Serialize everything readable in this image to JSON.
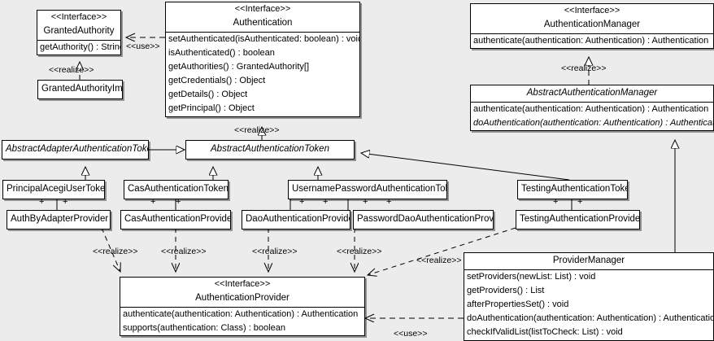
{
  "diagram": {
    "type": "uml-class-diagram",
    "background": "#ececec",
    "node_fill": "#ffffff",
    "line_color": "#000000"
  },
  "classes": {
    "granted_authority": {
      "stereotype": "<<Interface>>",
      "name": "GrantedAuthority",
      "members": [
        "getAuthority() : String"
      ]
    },
    "granted_authority_impl": {
      "name": "GrantedAuthorityImpl",
      "members": []
    },
    "authentication": {
      "stereotype": "<<Interface>>",
      "name": "Authentication",
      "members": [
        "setAuthenticated(isAuthenticated: boolean) : void",
        "isAuthenticated() : boolean",
        "getAuthorities() : GrantedAuthority[]",
        "getCredentials() : Object",
        "getDetails() : Object",
        "getPrincipal() : Object"
      ]
    },
    "authentication_manager": {
      "stereotype": "<<Interface>>",
      "name": "AuthenticationManager",
      "members": [
        "authenticate(authentication: Authentication) : Authentication"
      ]
    },
    "abstract_authentication_manager": {
      "name": "AbstractAuthenticationManager",
      "members": [
        "authenticate(authentication: Authentication) : Authentication",
        "doAuthentication(authentication: Authentication) : Authentication"
      ]
    },
    "abstract_adapter_authentication_token": {
      "name": "AbstractAdapterAuthenticationToken",
      "members": []
    },
    "abstract_authentication_token": {
      "name": "AbstractAuthenticationToken",
      "members": []
    },
    "principal_acegi_user_token": {
      "name": "PrincipalAcegiUserToken",
      "members": []
    },
    "cas_authentication_token": {
      "name": "CasAuthenticationToken",
      "members": []
    },
    "username_password_authentication_token": {
      "name": "UsernamePasswordAuthenticationToken",
      "members": []
    },
    "testing_authentication_token": {
      "name": "TestingAuthenticationToken",
      "members": []
    },
    "auth_by_adapter_provider": {
      "name": "AuthByAdapterProvider",
      "members": []
    },
    "cas_authentication_provider": {
      "name": "CasAuthenticationProvider",
      "members": []
    },
    "dao_authentication_provider": {
      "name": "DaoAuthenticationProvider",
      "members": []
    },
    "password_dao_authentication_provider": {
      "name": "PasswordDaoAuthenticationProvider",
      "members": []
    },
    "testing_authentication_provider": {
      "name": "TestingAuthenticationProvider",
      "members": []
    },
    "authentication_provider": {
      "stereotype": "<<Interface>>",
      "name": "AuthenticationProvider",
      "members": [
        "authenticate(authentication: Authentication) : Authentication",
        "supports(authentication: Class) : boolean"
      ]
    },
    "provider_manager": {
      "name": "ProviderManager",
      "members": [
        "setProviders(newList: List) : void",
        "getProviders() : List",
        "afterPropertiesSet() : void",
        "doAuthentication(authentication: Authentication) : Authentication",
        "checkIfValidList(listToCheck: List) : void"
      ]
    }
  },
  "edge_labels": {
    "use_authentication_granted_authority": "<<use>>",
    "realize_granted_authority_impl": "<<realize>>",
    "realize_abstract_authentication_token": "<<realize>>",
    "realize_abstract_authentication_manager": "<<realize>>",
    "realize_auth_by_adapter_provider": "<<realize>>",
    "realize_cas_authentication_provider": "<<realize>>",
    "realize_dao_authentication_provider": "<<realize>>",
    "realize_password_dao_authentication_provider": "<<realize>>",
    "realize_testing_authentication_provider": "<<realize>>",
    "use_provider_manager_authentication_provider": "<<use>>"
  },
  "multiplicities": {
    "plus": "+"
  }
}
